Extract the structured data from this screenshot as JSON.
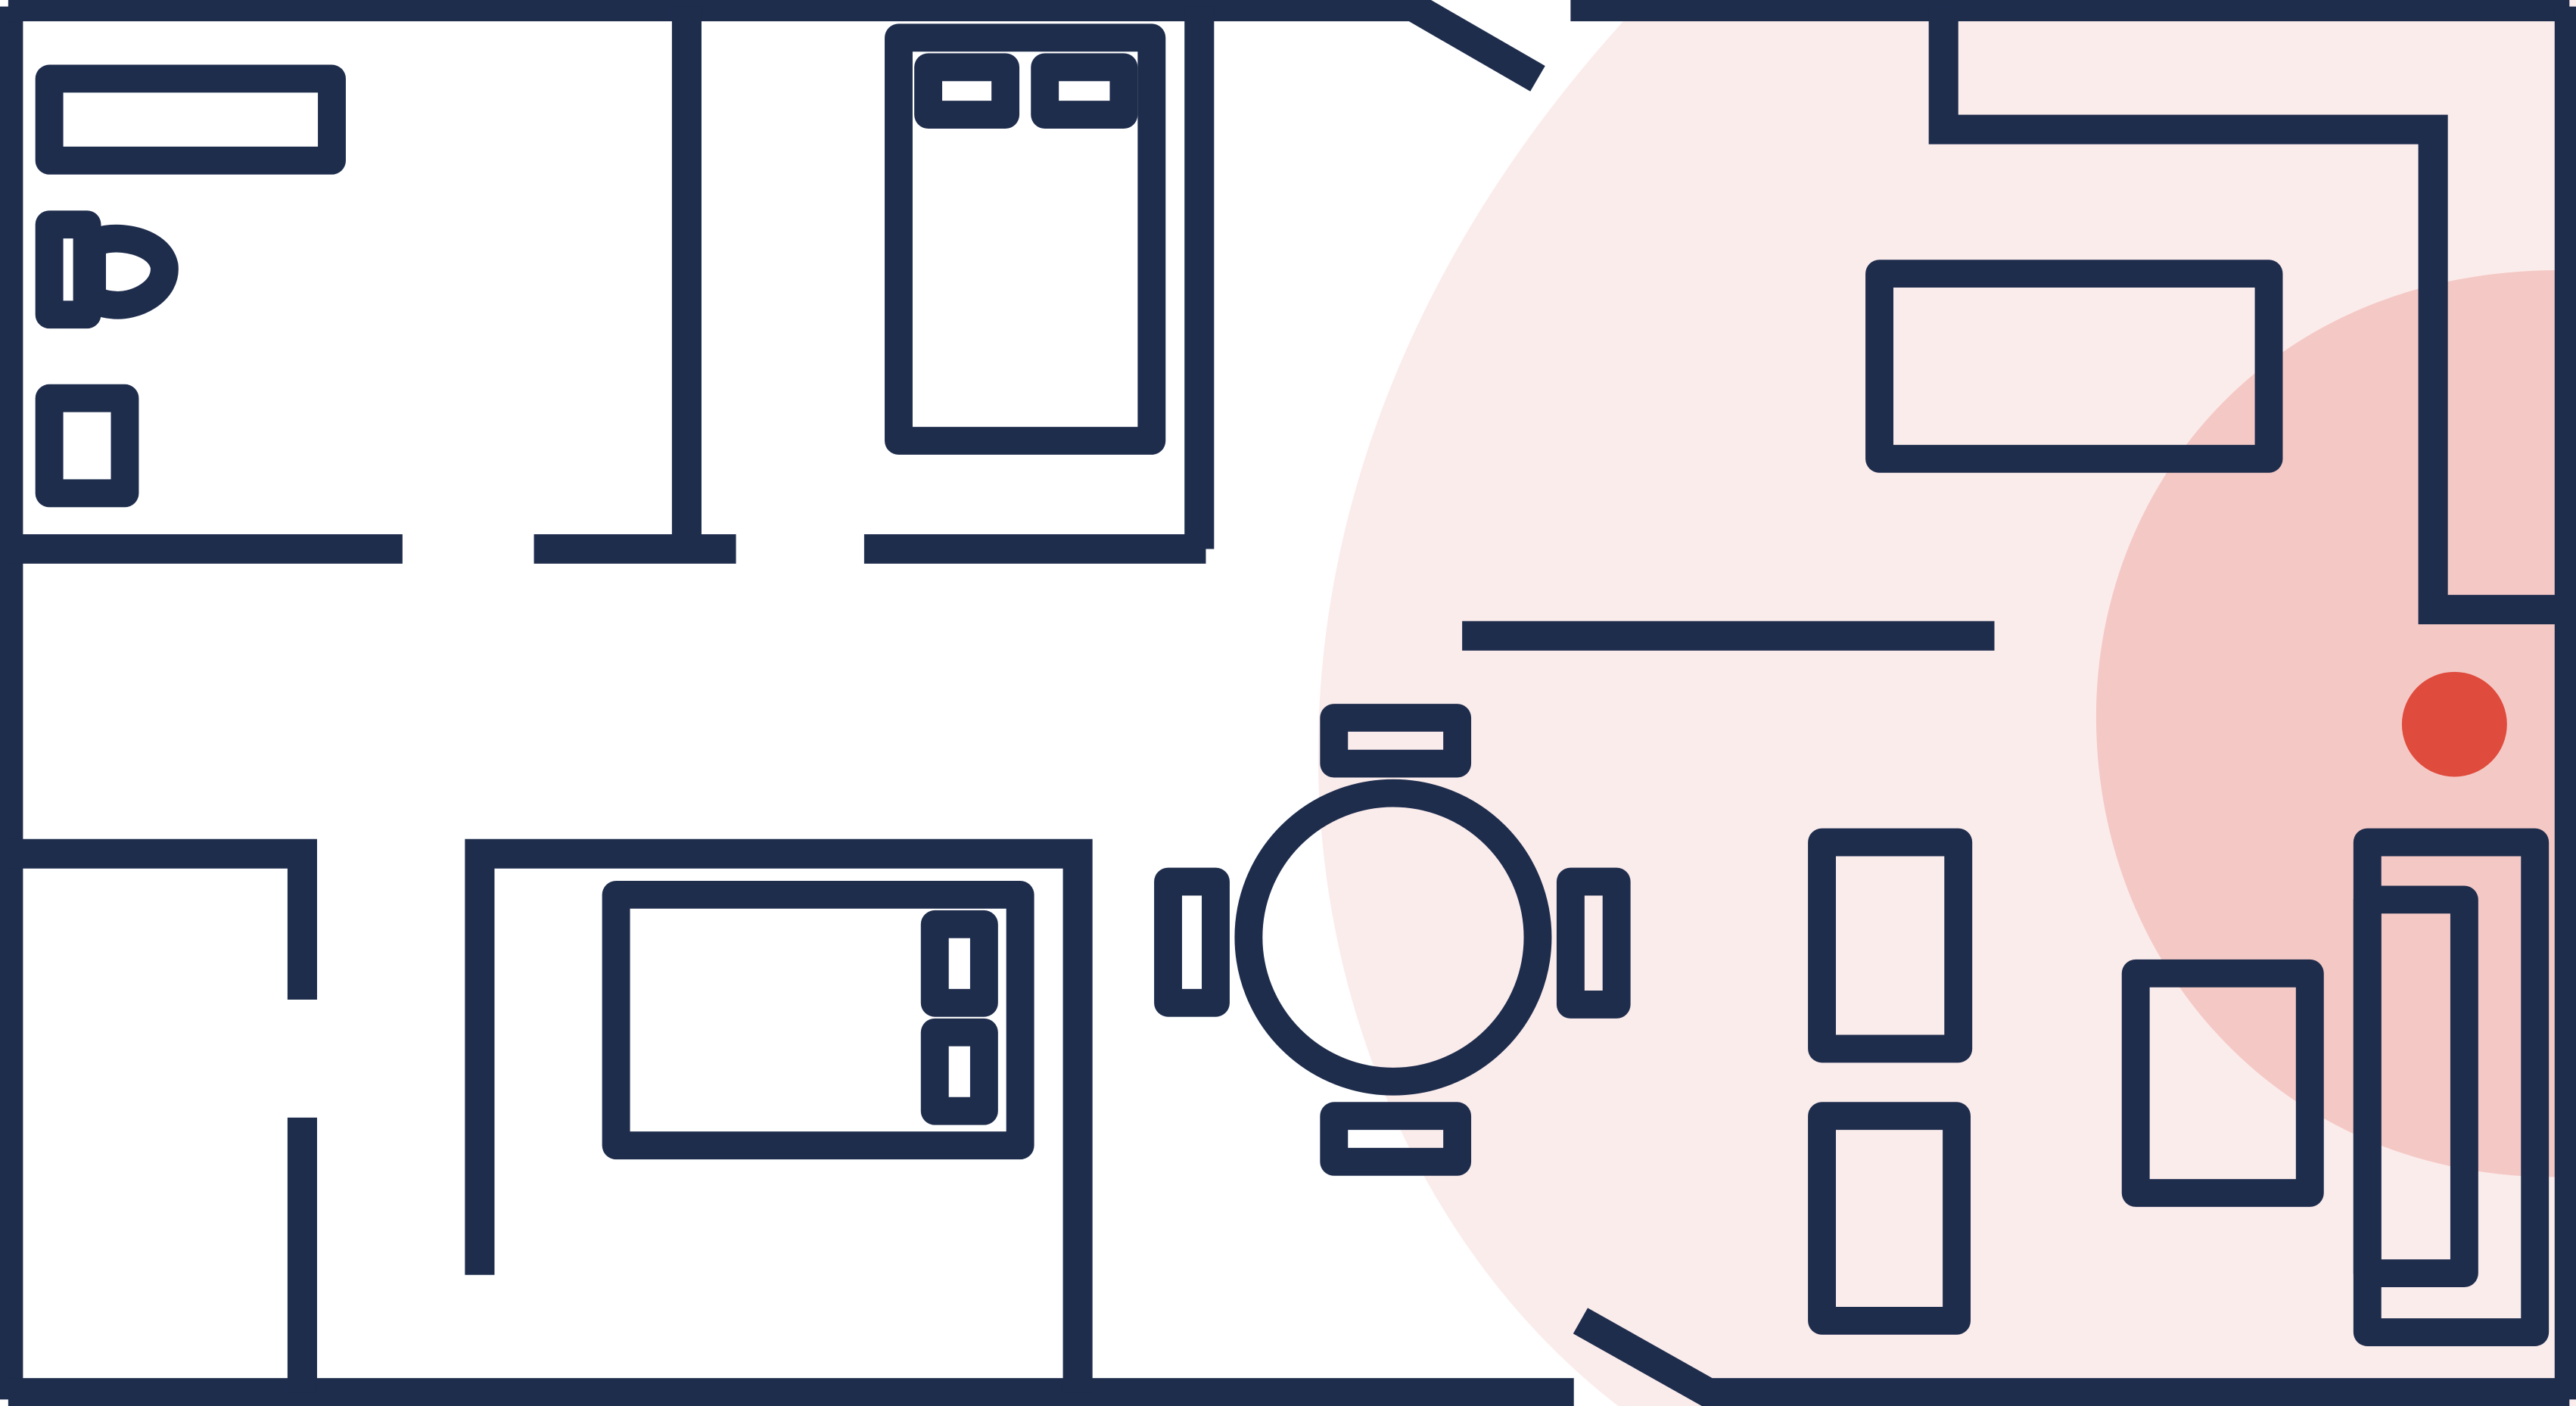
{
  "colors": {
    "line": "#1f2d4d",
    "background": "#ffffff",
    "coverage_outer": "#fbecec",
    "coverage_inner": "#f4c9c5",
    "device_dot": "#df4b3d"
  },
  "icons": [
    "wifi-access-point-dot"
  ],
  "rooms": [
    "bathroom",
    "bedroom",
    "hallway",
    "office",
    "living-dining"
  ]
}
